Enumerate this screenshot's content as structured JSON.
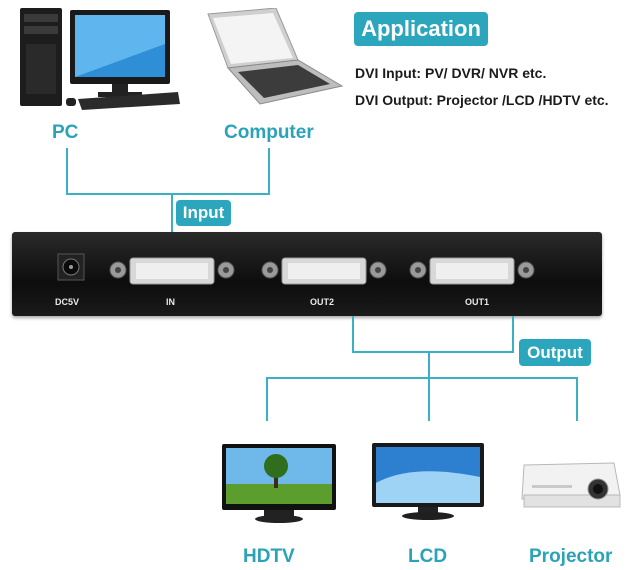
{
  "application": {
    "title": "Application",
    "input_line": "DVI Input: PV/ DVR/ NVR etc.",
    "output_line": "DVI Output: Projector /LCD /HDTV etc."
  },
  "sources": {
    "pc_label": "PC",
    "computer_label": "Computer"
  },
  "badges": {
    "input": "Input",
    "output": "Output"
  },
  "device": {
    "power_label": "DC5V",
    "in_label": "IN",
    "out2_label": "OUT2",
    "out1_label": "OUT1"
  },
  "outputs": {
    "hdtv_label": "HDTV",
    "lcd_label": "LCD",
    "projector_label": "Projector"
  },
  "colors": {
    "accent": "#2ba6bd",
    "label": "#2aa3b8",
    "device": "#111111"
  },
  "icons": [
    "desktop-pc-icon",
    "laptop-icon",
    "dvi-port-icon",
    "hdtv-icon",
    "lcd-monitor-icon",
    "projector-icon"
  ]
}
